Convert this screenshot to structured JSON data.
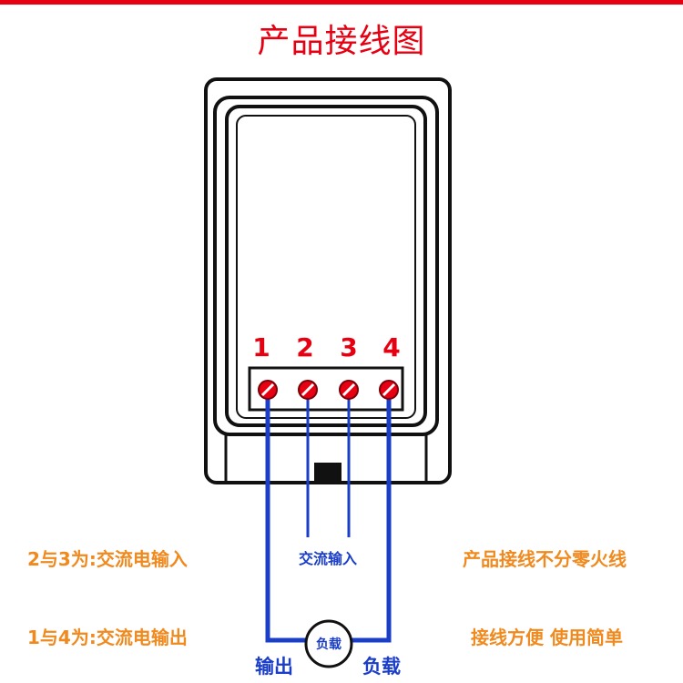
{
  "header": {
    "title": "产品接线图"
  },
  "terminals": [
    {
      "number": "1"
    },
    {
      "number": "2"
    },
    {
      "number": "3"
    },
    {
      "number": "4"
    }
  ],
  "notes": {
    "left_top": "2与3为:交流电输入",
    "left_bottom": "1与4为:交流电输出",
    "right_top": "产品接线不分零火线",
    "right_bottom": "接线方便 使用简单"
  },
  "wiring": {
    "ac_input_label": "交流输入",
    "load_circle_label": "负载",
    "output_label": "输出",
    "load_label": "负载"
  },
  "colors": {
    "accent_red": "#e60012",
    "note_orange": "#f08a1e",
    "wire_blue": "#1a3ec8",
    "outline_black": "#111111"
  }
}
